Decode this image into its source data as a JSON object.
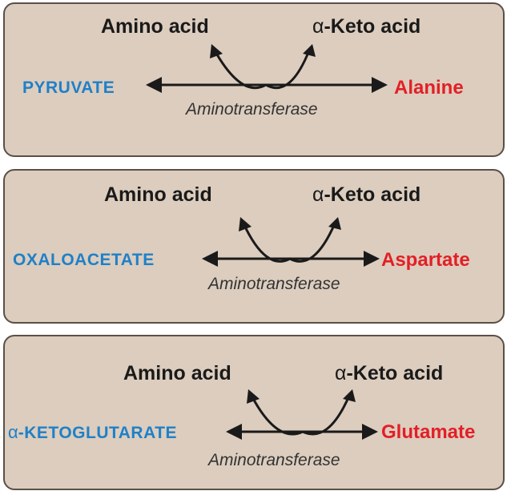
{
  "colors": {
    "substrate": "#1f80c8",
    "product": "#e31f26",
    "text": "#1a1a1a",
    "panel_bg": "#dccdbe",
    "panel_border": "#5a5048"
  },
  "reactions": [
    {
      "amino_label": "Amino acid",
      "keto_alpha": "α",
      "keto_label": "-Keto acid",
      "substrate": "PYRUVATE",
      "product": "Alanine",
      "enzyme": "Aminotransferase"
    },
    {
      "amino_label": "Amino acid",
      "keto_alpha": "α",
      "keto_label": "-Keto acid",
      "substrate": "OXALOACETATE",
      "product": "Aspartate",
      "enzyme": "Aminotransferase"
    },
    {
      "amino_label": "Amino acid",
      "keto_alpha": "α",
      "keto_label": "-Keto acid",
      "substrate_alpha": "α",
      "substrate": "-KETOGLUTARATE",
      "product": "Glutamate",
      "enzyme": "Aminotransferase"
    }
  ]
}
